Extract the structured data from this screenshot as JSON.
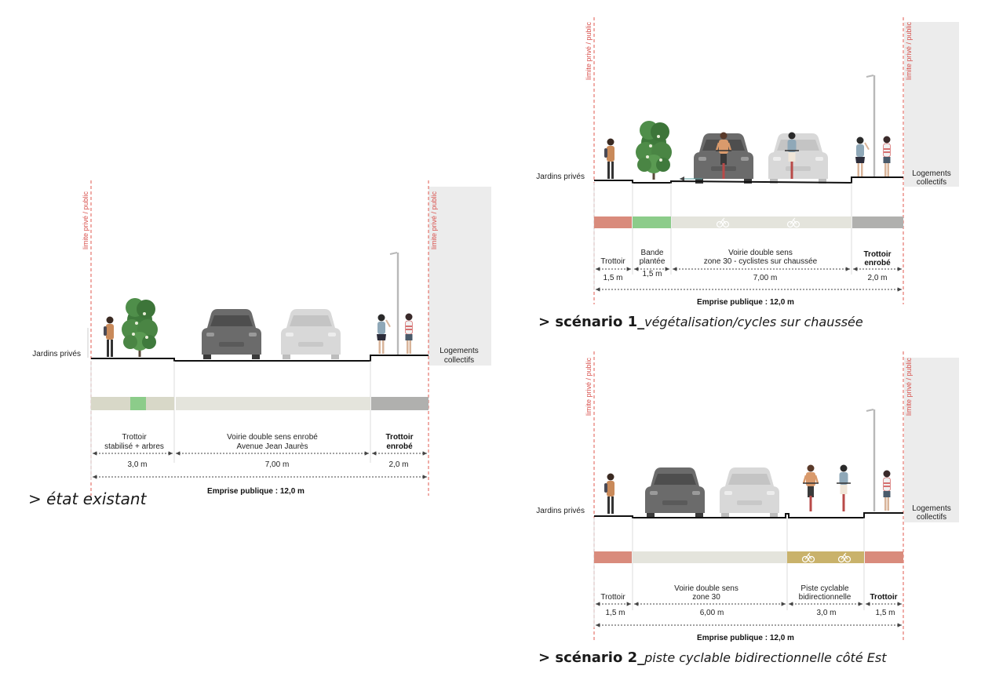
{
  "sections": {
    "existing": {
      "caption": "> état existant",
      "limit_label": "limite privé / public",
      "left_label": "Jardins privés",
      "right_label_1": "Logements",
      "right_label_2": "collectifs",
      "seg1_l1": "Trottoir",
      "seg1_l2": "stabilisé + arbres",
      "seg2_l1": "Voirie double sens enrobé",
      "seg2_l2": "Avenue Jean Jaurès",
      "seg3_l1": "Trottoir",
      "seg3_l2": "enrobé",
      "dim1": "3,0 m",
      "dim2": "7,00 m",
      "dim3": "2,0 m",
      "total": "Emprise publique : 12,0 m"
    },
    "scenario1": {
      "caption_bold": "> scénario 1_",
      "caption_italic": "végétalisation/cycles sur chaussée",
      "limit_label": "limite privé / public",
      "left_label": "Jardins privés",
      "right_label_1": "Logements",
      "right_label_2": "collectifs",
      "seg1_l1": "Trottoir",
      "seg2_l1": "Bande",
      "seg2_l2": "plantée",
      "seg3_l1": "Voirie double sens",
      "seg3_l2": "zone 30 - cyclistes sur chaussée",
      "seg4_l1": "Trottoir",
      "seg4_l2": "enrobé",
      "dim1": "1,5 m",
      "dim2": "1,5 m",
      "dim3": "7,00 m",
      "dim4": "2,0 m",
      "total": "Emprise publique : 12,0 m"
    },
    "scenario2": {
      "caption_bold": "> scénario 2_",
      "caption_italic": "piste cyclable bidirectionnelle côté Est",
      "limit_label": "limite privé / public",
      "left_label": "Jardins privés",
      "right_label_1": "Logements",
      "right_label_2": "collectifs",
      "seg1_l1": "Trottoir",
      "seg2_l1": "Voirie double sens",
      "seg2_l2": "zone 30",
      "seg3_l1": "Piste cyclable",
      "seg3_l2": "bidirectionnelle",
      "seg4_l1": "Trottoir",
      "dim1": "1,5 m",
      "dim2": "6,00 m",
      "dim3": "3,0 m",
      "dim4": "1,5 m",
      "total": "Emprise publique : 12,0 m"
    }
  },
  "colors": {
    "sidewalk_red": "#d98b7c",
    "planting_green": "#8ccc8a",
    "road_light": "#e4e4dc",
    "sidewalk_beige": "#d8d8c8",
    "sidewalk_grey": "#b0b0ae",
    "cycle_ochre": "#c9b26b",
    "building_grey": "#ececec",
    "limit_red": "#e05a4f",
    "car_dark": "#6b6b6b",
    "car_light": "#d8d8d8"
  }
}
